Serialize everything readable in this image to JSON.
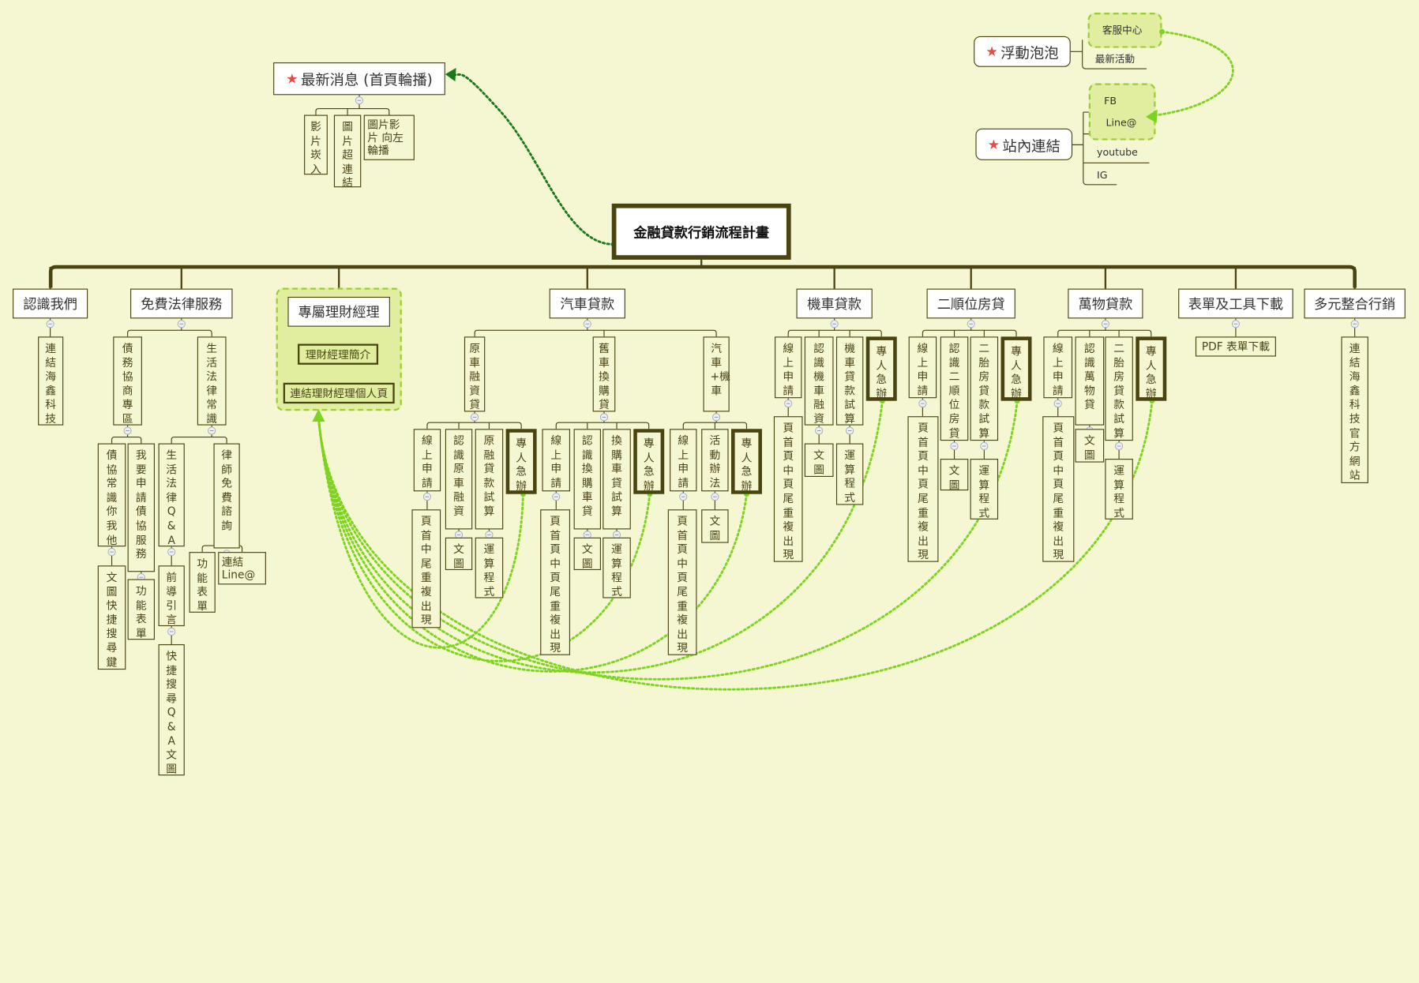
{
  "root": "金融貸款行銷流程計畫",
  "colors": {
    "background": "#f5f7d2",
    "branch": "#4a4410",
    "relation_light": "#7ed321",
    "relation_dark": "#1a7a1a",
    "group_fill": "#e2ee9f",
    "star": "#e84848"
  },
  "floating": {
    "news": {
      "label": "最新消息 (首頁輪播)",
      "icon": "star-icon",
      "children": [
        "影片崁入",
        "圖片超連結",
        "圖片影片 向左輪播"
      ]
    },
    "bubble": {
      "label": "浮動泡泡",
      "icon": "star-icon",
      "children": [
        "客服中心",
        "最新活動"
      ]
    },
    "links": {
      "label": "站內連結",
      "icon": "star-icon",
      "children": [
        "FB",
        "Line@",
        "youtube",
        "IG"
      ]
    }
  },
  "topics": [
    {
      "label": "認識我們",
      "children": [
        {
          "label": "連結海鑫科技"
        }
      ]
    },
    {
      "label": "免費法律服務",
      "children": [
        {
          "label": "債務協商專區",
          "children": [
            {
              "label": "債協常識你我他",
              "children": [
                {
                  "label": "文圖快捷搜尋鍵"
                }
              ]
            },
            {
              "label": "我要申請債協服務",
              "children": [
                {
                  "label": "功能表單"
                }
              ]
            }
          ]
        },
        {
          "label": "生活法律常識",
          "children": [
            {
              "label": "生活法律Q&A",
              "children": [
                {
                  "label": "前導引言",
                  "children": [
                    {
                      "label": "快捷搜尋Q&A文圖"
                    }
                  ]
                }
              ]
            },
            {
              "label": "律師免費諮詢",
              "children": [
                {
                  "label": "功能表單"
                },
                {
                  "label": "連結 Line@"
                }
              ]
            }
          ]
        }
      ]
    },
    {
      "label": "專屬理財經理",
      "children": [
        {
          "label": "理財經理簡介",
          "children": [
            {
              "label": "連結理財經理個人頁"
            }
          ]
        }
      ]
    },
    {
      "label": "汽車貸款",
      "children": [
        {
          "label": "原車融資貸",
          "children": [
            {
              "label": "線上申請",
              "children": [
                {
                  "label": "頁首中尾重複出現"
                }
              ]
            },
            {
              "label": "認識原車融資",
              "children": [
                {
                  "label": "文圖"
                }
              ]
            },
            {
              "label": "原融貸款試算",
              "children": [
                {
                  "label": "運算程式"
                }
              ]
            },
            {
              "label": "專人急辦"
            }
          ]
        },
        {
          "label": "舊車換購貸",
          "children": [
            {
              "label": "線上申請",
              "children": [
                {
                  "label": "頁首頁中頁尾重複出現"
                }
              ]
            },
            {
              "label": "認識換購車貸",
              "children": [
                {
                  "label": "文圖"
                }
              ]
            },
            {
              "label": "換購車貸試算",
              "children": [
                {
                  "label": "運算程式"
                }
              ]
            },
            {
              "label": "專人急辦"
            }
          ]
        },
        {
          "label": "汽車+機車",
          "children": [
            {
              "label": "線上申請",
              "children": [
                {
                  "label": "頁首頁中頁尾重複出現"
                }
              ]
            },
            {
              "label": "活動辦法",
              "children": [
                {
                  "label": "文圖"
                }
              ]
            },
            {
              "label": "專人急辦"
            }
          ]
        }
      ]
    },
    {
      "label": "機車貸款",
      "children": [
        {
          "label": "線上申請",
          "children": [
            {
              "label": "頁首頁中頁尾重複出現"
            }
          ]
        },
        {
          "label": "認識機車融資",
          "children": [
            {
              "label": "文圖"
            }
          ]
        },
        {
          "label": "機車貸款試算",
          "children": [
            {
              "label": "運算程式"
            }
          ]
        },
        {
          "label": "專人急辦"
        }
      ]
    },
    {
      "label": "二順位房貸",
      "children": [
        {
          "label": "線上申請",
          "children": [
            {
              "label": "頁首頁中頁尾重複出現"
            }
          ]
        },
        {
          "label": "認識二順位房貸",
          "children": [
            {
              "label": "文圖"
            }
          ]
        },
        {
          "label": "二胎房貸款試算",
          "children": [
            {
              "label": "運算程式"
            }
          ]
        },
        {
          "label": "專人急辦"
        }
      ]
    },
    {
      "label": "萬物貸款",
      "children": [
        {
          "label": "線上申請",
          "children": [
            {
              "label": "頁首頁中頁尾重複出現"
            }
          ]
        },
        {
          "label": "認識萬物貸",
          "children": [
            {
              "label": "文圖"
            }
          ]
        },
        {
          "label": "二胎房貸款試算",
          "children": [
            {
              "label": "運算程式"
            }
          ]
        },
        {
          "label": "專人急辦"
        }
      ]
    },
    {
      "label": "表單及工具下載",
      "children": [
        {
          "label": "PDF 表單下載"
        }
      ]
    },
    {
      "label": "多元整合行銷",
      "children": [
        {
          "label": "連結海鑫科技官方網站"
        }
      ]
    }
  ]
}
